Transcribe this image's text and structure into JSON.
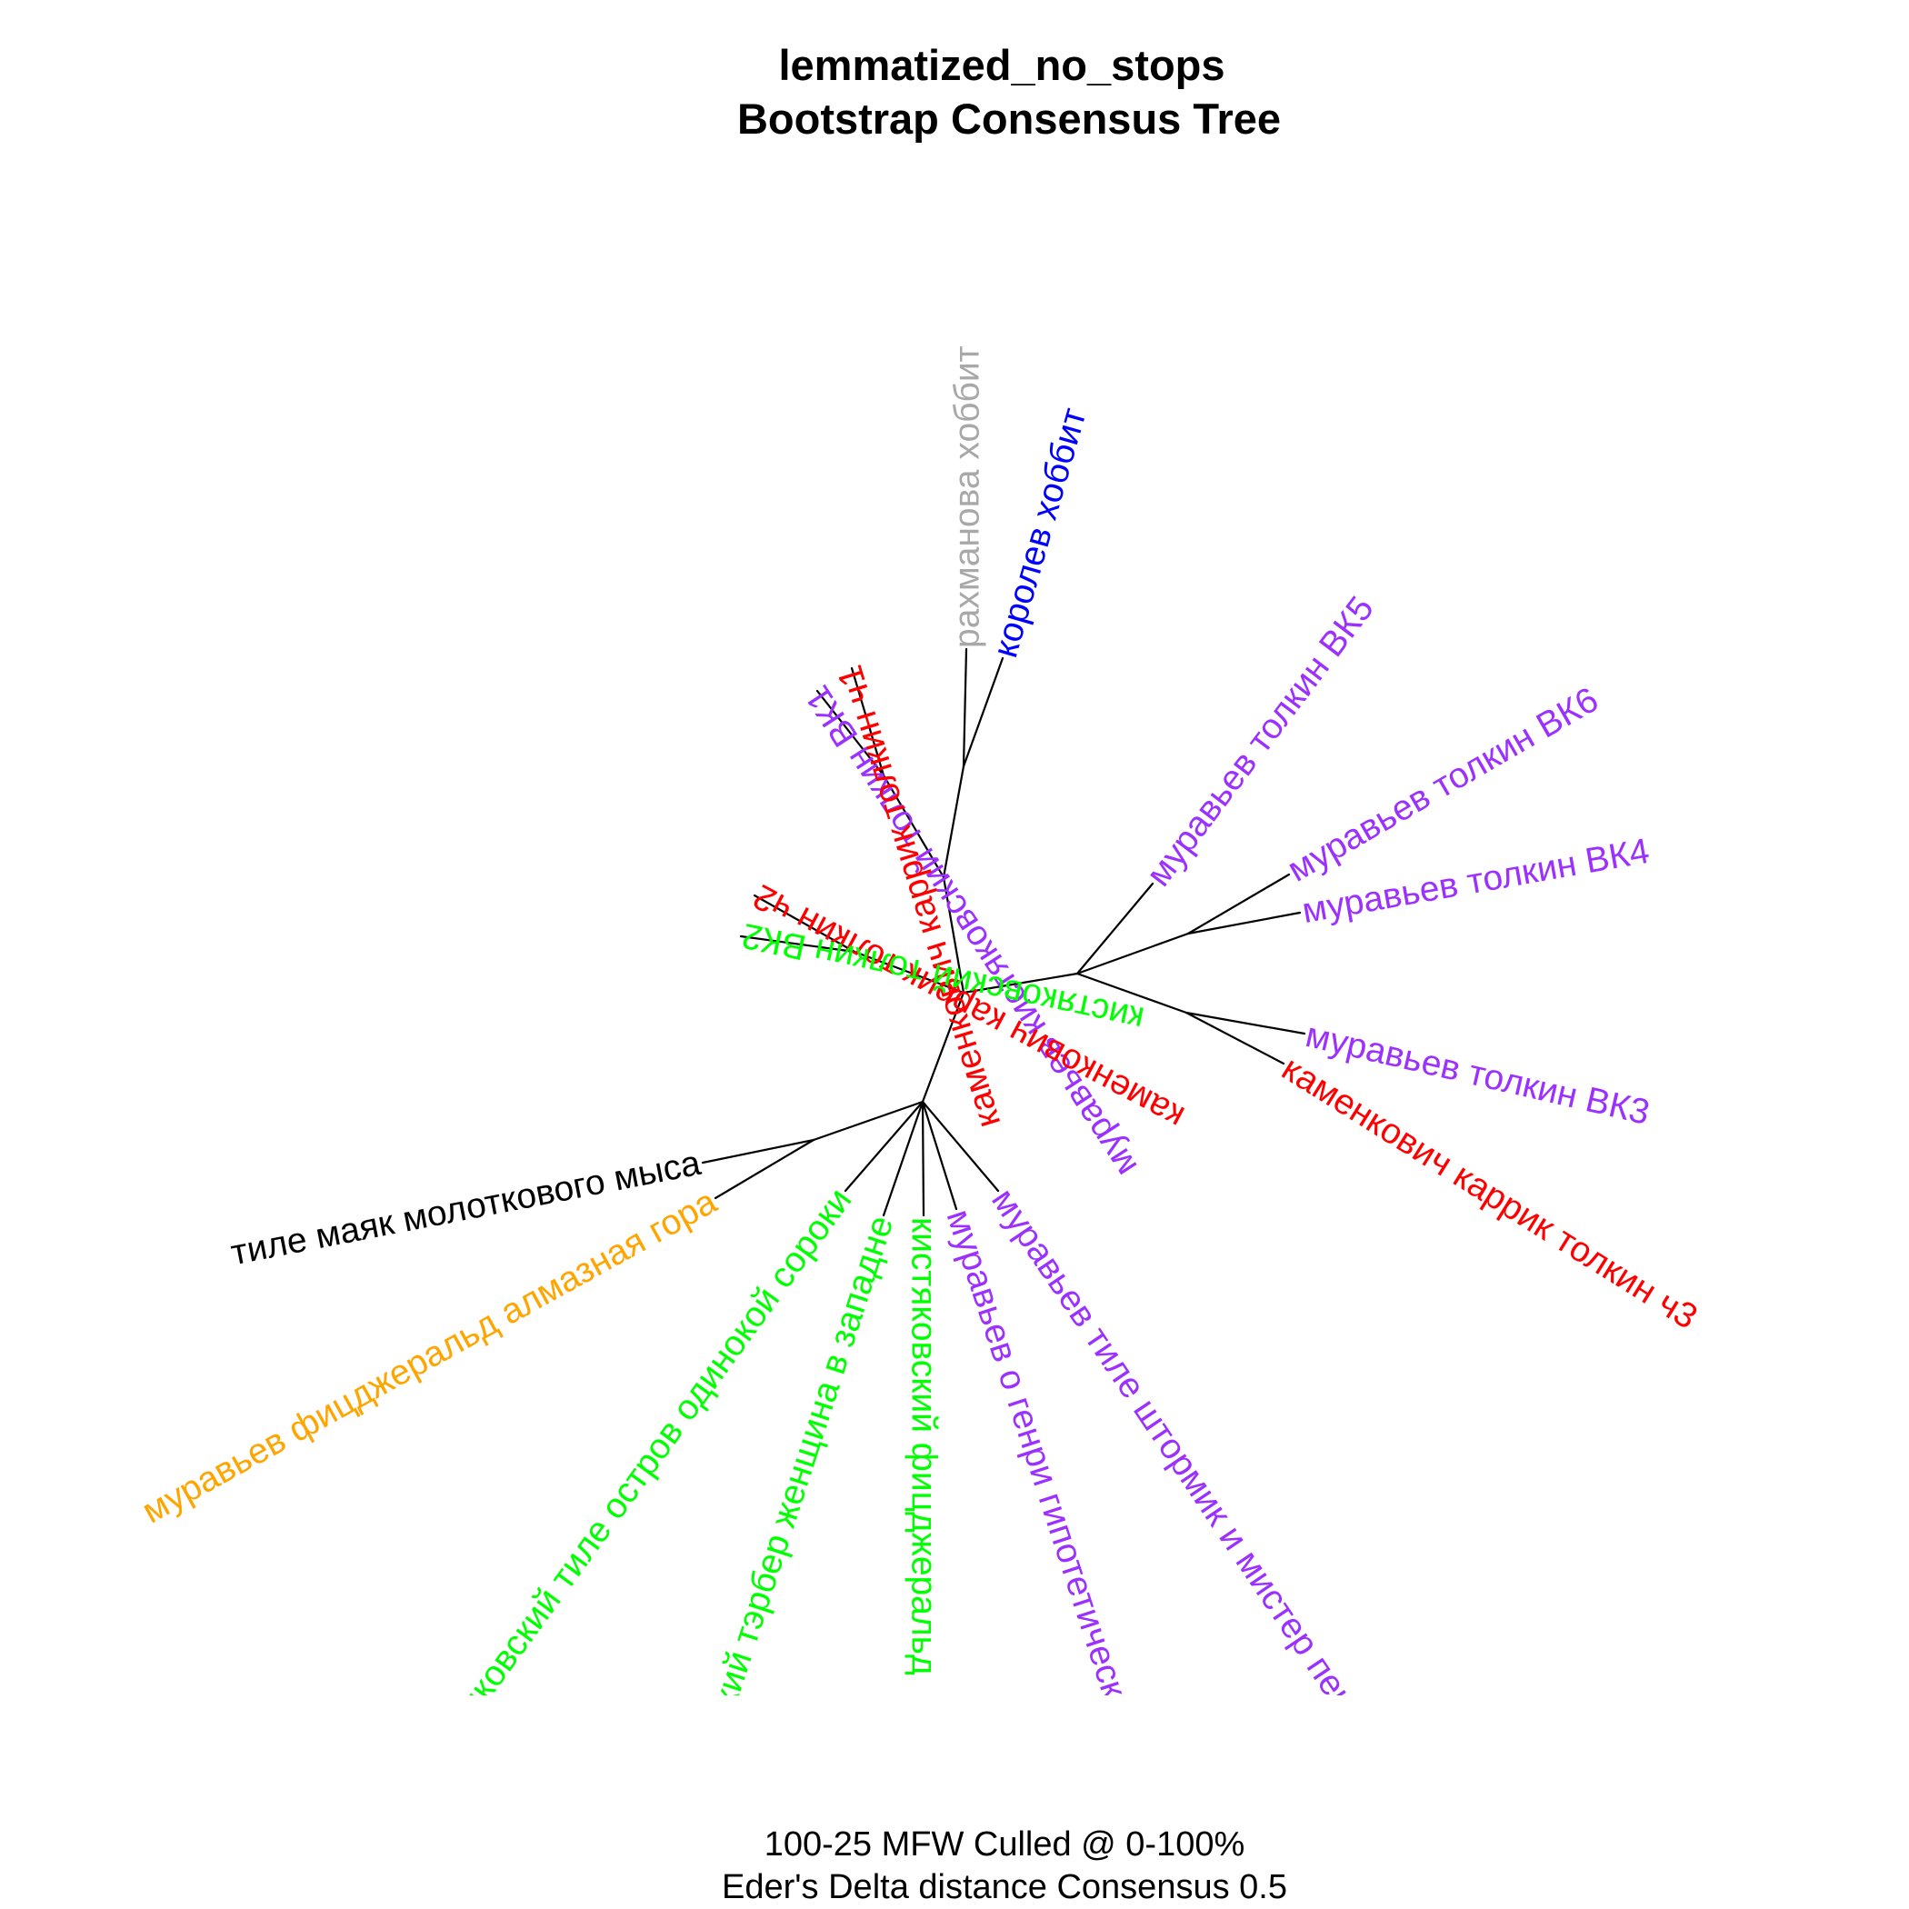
{
  "title": {
    "line1": "lemmatized_no_stops",
    "line2": "Bootstrap Consensus Tree"
  },
  "caption": {
    "line1": "100-25 MFW  Culled @ 0-100%",
    "line2": "Eder's Delta distance Consensus 0.5"
  },
  "colors": {
    "red": "#ff0000",
    "purple": "#9b30ff",
    "green": "#00ff00",
    "gray": "#a8a8a8",
    "blue": "#0000ff",
    "orange": "#ffa500",
    "black": "#000000",
    "branch": "#000000"
  },
  "tree": {
    "nodes": [
      {
        "id": "root",
        "parent": null
      },
      {
        "id": "n_top",
        "parent": "root"
      },
      {
        "id": "n_top_left",
        "parent": "n_top"
      },
      {
        "id": "n_top_right",
        "parent": "n_top"
      },
      {
        "id": "n_left",
        "parent": "root"
      },
      {
        "id": "n_right",
        "parent": "root"
      },
      {
        "id": "n_vk46",
        "parent": "n_right"
      },
      {
        "id": "n_vk3",
        "parent": "n_right"
      },
      {
        "id": "n_bottom",
        "parent": "root"
      },
      {
        "id": "n_bottom_left",
        "parent": "n_bottom"
      }
    ],
    "tips": [
      {
        "parent": "n_top_left",
        "label": "муравьев кистяковский толкин ВК1",
        "color": "purple"
      },
      {
        "parent": "n_top_left",
        "label": "каменкович каррик толкин ч1",
        "color": "red"
      },
      {
        "parent": "n_top_right",
        "label": "рахманова хоббит",
        "color": "gray"
      },
      {
        "parent": "n_top_right",
        "label": "королев хоббит",
        "color": "blue"
      },
      {
        "parent": "n_left",
        "label": "каменкович каррик толкин ч2",
        "color": "red"
      },
      {
        "parent": "n_left",
        "label": "кистяковский толкин ВК2",
        "color": "green"
      },
      {
        "parent": "n_right",
        "label": "муравьев толкин ВК5",
        "color": "purple"
      },
      {
        "parent": "n_vk46",
        "label": "муравьев толкин ВК6",
        "color": "purple"
      },
      {
        "parent": "n_vk46",
        "label": "муравьев толкин ВК4",
        "color": "purple"
      },
      {
        "parent": "n_vk3",
        "label": "муравьев толкин ВК3",
        "color": "purple"
      },
      {
        "parent": "n_vk3",
        "label": "каменкович каррик толкин ч3",
        "color": "red"
      },
      {
        "parent": "n_bottom_left",
        "label": "тиле маяк молоткового мыса",
        "color": "black"
      },
      {
        "parent": "n_bottom_left",
        "label": "муравьев фицджеральд алмазная гора",
        "color": "orange"
      },
      {
        "parent": "n_bottom",
        "label": "кистяковский тиле остров одинокой сороки",
        "color": "green"
      },
      {
        "parent": "n_bottom",
        "label": "кистяковский тэрбер женщина в западне",
        "color": "green"
      },
      {
        "parent": "n_bottom",
        "label": "кистяковский фицджеральд",
        "color": "green"
      },
      {
        "parent": "n_bottom",
        "label": "муравьев о генри гипотетическое",
        "color": "purple"
      },
      {
        "parent": "n_bottom",
        "label": "муравьев тиле штормик и мистер пек",
        "color": "purple"
      }
    ]
  }
}
